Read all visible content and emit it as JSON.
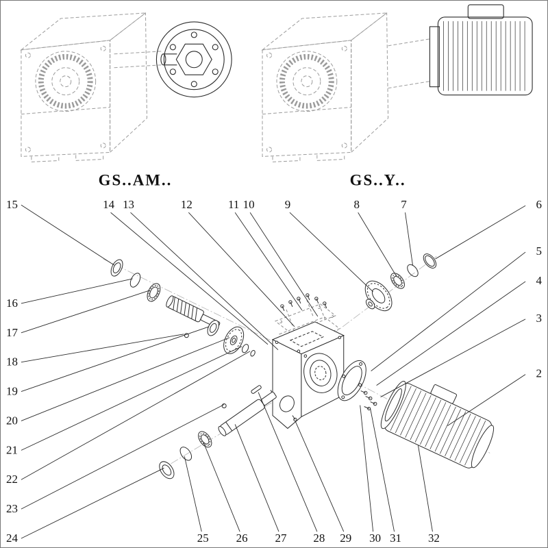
{
  "colors": {
    "line": "#2a2a2a",
    "sketch": "#9b9b9b",
    "axis": "#b3b3b3",
    "text": "#111111"
  },
  "figures": [
    {
      "caption": "GS..AM.."
    },
    {
      "caption": "GS..Y.."
    }
  ],
  "exploded": {
    "callouts": [
      {
        "label": "15",
        "text": [
          8,
          304
        ],
        "anchor": "start",
        "line": [
          30,
          299,
          166,
          387
        ]
      },
      {
        "label": "14",
        "text": [
          158,
          304
        ],
        "anchor": "middle",
        "line": [
          161,
          310,
          391,
          503
        ]
      },
      {
        "label": "13",
        "text": [
          187,
          304
        ],
        "anchor": "middle",
        "line": [
          190,
          310,
          406,
          511
        ]
      },
      {
        "label": "12",
        "text": [
          272,
          304
        ],
        "anchor": "middle",
        "line": [
          275,
          310,
          430,
          477
        ]
      },
      {
        "label": "11",
        "text": [
          341,
          304
        ],
        "anchor": "middle",
        "line": [
          343,
          310,
          441,
          453
        ]
      },
      {
        "label": "10",
        "text": [
          363,
          304
        ],
        "anchor": "middle",
        "line": [
          365,
          310,
          464,
          462
        ]
      },
      {
        "label": "9",
        "text": [
          420,
          304
        ],
        "anchor": "middle",
        "line": [
          423,
          310,
          545,
          426
        ]
      },
      {
        "label": "8",
        "text": [
          521,
          304
        ],
        "anchor": "middle",
        "line": [
          523,
          310,
          579,
          403
        ]
      },
      {
        "label": "7",
        "text": [
          590,
          304
        ],
        "anchor": "middle",
        "line": [
          592,
          310,
          603,
          387
        ]
      },
      {
        "label": "6",
        "text": [
          792,
          304
        ],
        "anchor": "end",
        "line": [
          768,
          300,
          636,
          378
        ]
      },
      {
        "label": "5",
        "text": [
          792,
          372
        ],
        "anchor": "end",
        "line": [
          768,
          368,
          542,
          542
        ]
      },
      {
        "label": "4",
        "text": [
          792,
          415
        ],
        "anchor": "end",
        "line": [
          768,
          411,
          550,
          563
        ]
      },
      {
        "label": "3",
        "text": [
          792,
          470
        ],
        "anchor": "end",
        "line": [
          768,
          466,
          556,
          580
        ]
      },
      {
        "label": "2",
        "text": [
          792,
          551
        ],
        "anchor": "end",
        "line": [
          768,
          547,
          654,
          622
        ]
      },
      {
        "label": "16",
        "text": [
          8,
          448
        ],
        "anchor": "start",
        "line": [
          30,
          443,
          193,
          407
        ]
      },
      {
        "label": "17",
        "text": [
          8,
          491
        ],
        "anchor": "start",
        "line": [
          30,
          486,
          218,
          424
        ]
      },
      {
        "label": "18",
        "text": [
          8,
          534
        ],
        "anchor": "start",
        "line": [
          30,
          529,
          268,
          488
        ]
      },
      {
        "label": "19",
        "text": [
          8,
          577
        ],
        "anchor": "start",
        "line": [
          30,
          572,
          305,
          477
        ]
      },
      {
        "label": "20",
        "text": [
          8,
          620
        ],
        "anchor": "start",
        "line": [
          30,
          615,
          335,
          493
        ]
      },
      {
        "label": "21",
        "text": [
          8,
          663
        ],
        "anchor": "start",
        "line": [
          30,
          658,
          353,
          506
        ]
      },
      {
        "label": "22",
        "text": [
          8,
          706
        ],
        "anchor": "start",
        "line": [
          30,
          701,
          365,
          513
        ]
      },
      {
        "label": "23",
        "text": [
          8,
          749
        ],
        "anchor": "start",
        "line": [
          30,
          744,
          327,
          591
        ]
      },
      {
        "label": "24",
        "text": [
          8,
          792
        ],
        "anchor": "start",
        "line": [
          30,
          787,
          239,
          684
        ]
      },
      {
        "label": "25",
        "text": [
          296,
          792
        ],
        "anchor": "middle",
        "line": [
          294,
          777,
          269,
          667
        ]
      },
      {
        "label": "26",
        "text": [
          353,
          792
        ],
        "anchor": "middle",
        "line": [
          350,
          777,
          297,
          647
        ]
      },
      {
        "label": "27",
        "text": [
          410,
          792
        ],
        "anchor": "middle",
        "line": [
          407,
          777,
          343,
          620
        ]
      },
      {
        "label": "28",
        "text": [
          466,
          792
        ],
        "anchor": "middle",
        "line": [
          463,
          777,
          377,
          573
        ]
      },
      {
        "label": "29",
        "text": [
          505,
          792
        ],
        "anchor": "middle",
        "line": [
          502,
          777,
          431,
          615
        ]
      },
      {
        "label": "30",
        "text": [
          548,
          792
        ],
        "anchor": "middle",
        "line": [
          545,
          777,
          526,
          592
        ]
      },
      {
        "label": "31",
        "text": [
          578,
          792
        ],
        "anchor": "middle",
        "line": [
          576,
          777,
          541,
          597
        ]
      },
      {
        "label": "32",
        "text": [
          634,
          792
        ],
        "anchor": "middle",
        "line": [
          632,
          777,
          611,
          651
        ]
      }
    ]
  }
}
